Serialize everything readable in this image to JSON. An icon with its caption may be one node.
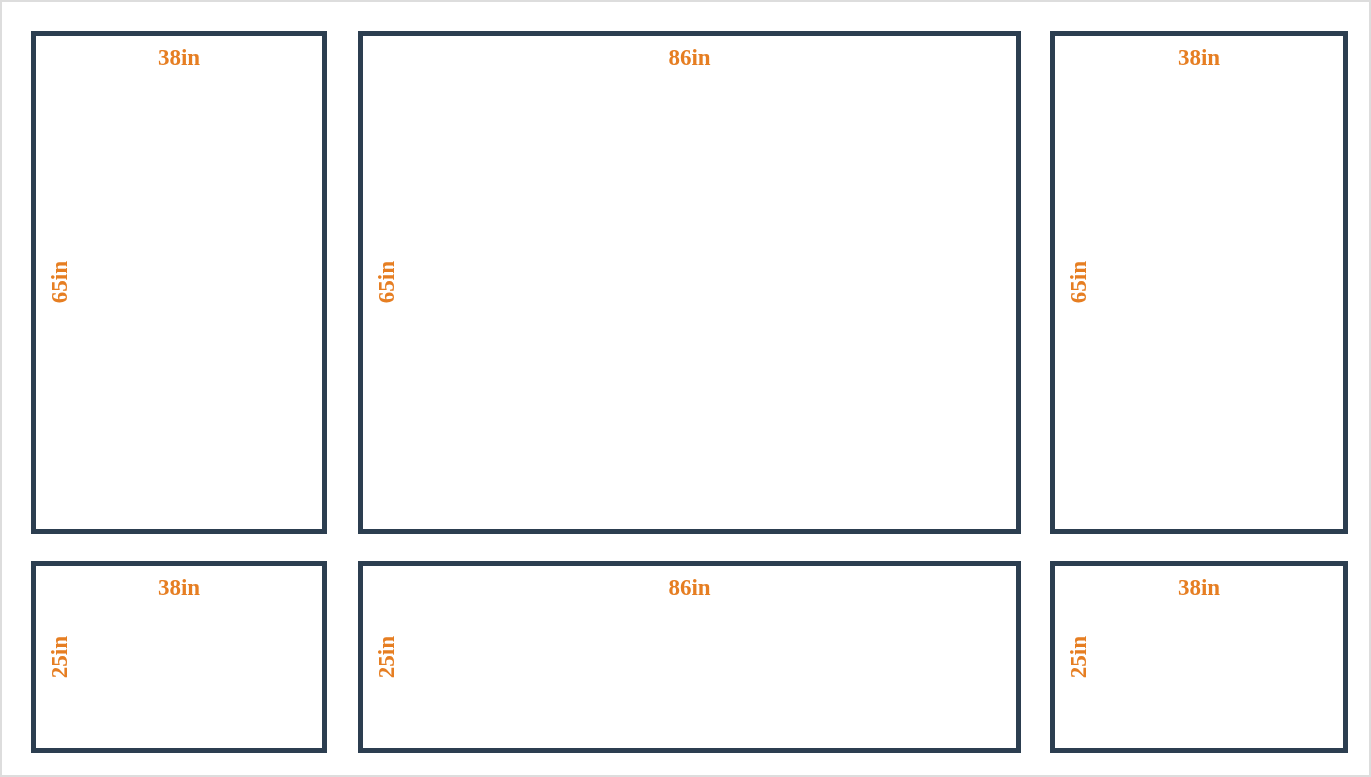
{
  "diagram": {
    "nodes": [
      {
        "text": [
          "38in",
          "65in"
        ]
      },
      {
        "text": [
          "86in",
          "65in"
        ]
      },
      {
        "text": [
          "38in",
          "65in"
        ]
      },
      {
        "text": [
          "38in",
          "25in"
        ]
      },
      {
        "text": [
          "86in",
          "25in"
        ]
      },
      {
        "text": [
          "38in",
          "25in"
        ]
      }
    ]
  }
}
